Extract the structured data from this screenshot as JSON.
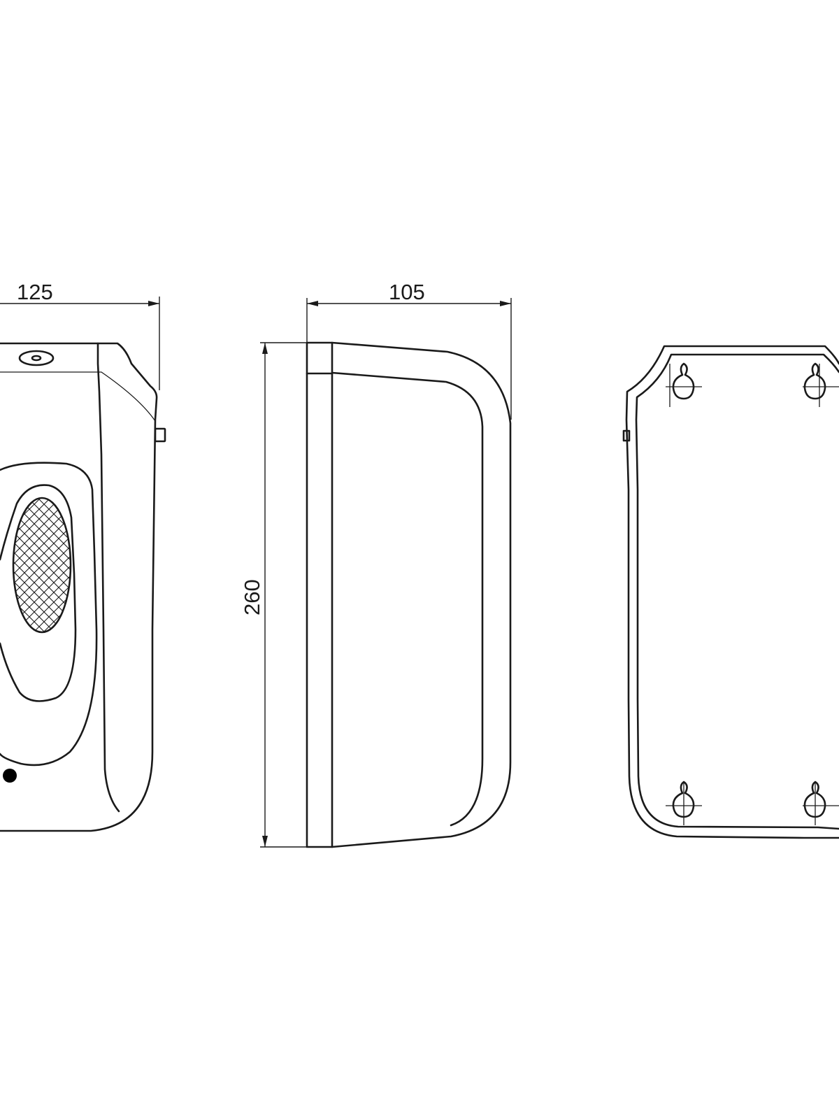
{
  "dimensions": {
    "front_width": "125",
    "side_depth": "105",
    "height": "260"
  },
  "views": [
    "front-view",
    "side-view",
    "back-view"
  ],
  "colors": {
    "line": "#1a1a1a",
    "background": "#ffffff"
  }
}
